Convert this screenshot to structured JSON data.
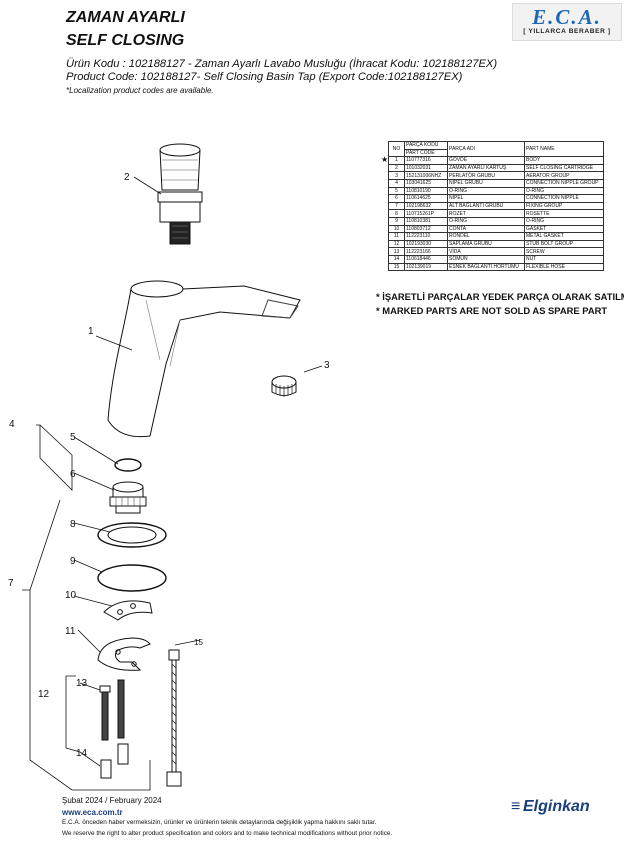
{
  "header": {
    "title_line1": "ZAMAN AYARLI",
    "title_line2": "SELF CLOSING",
    "code_tr": "Ürün Kodu : 102188127  - Zaman Ayarlı Lavabo Musluğu (İhracat Kodu: 102188127EX)",
    "code_en": "Product Code: 102188127- Self Closing Basin Tap (Export Code:102188127EX)",
    "localization_note": "*Localization product codes are available."
  },
  "logo": {
    "mark": "E.C.A.",
    "tagline": "[ YILLARCA BERABER ]"
  },
  "parts_table": {
    "header_no": "NO",
    "header_code_tr": "PARÇA KODU",
    "header_code_en": "PART CODE",
    "header_name_tr": "PARÇA ADI",
    "header_name_en": "PART NAME",
    "rows": [
      {
        "no": "1",
        "code": "110777316",
        "tr": "GÖVDE",
        "en": "BODY",
        "star": "★"
      },
      {
        "no": "2",
        "code": "101032031",
        "tr": "ZAMAN AYARLI KARTUŞ",
        "en": "SELF CLOSING CARTRIDGE",
        "star": ""
      },
      {
        "no": "3",
        "code": "152131006NHZ",
        "tr": "PERLATÖR GRUBU",
        "en": "AERATOR GROUP",
        "star": ""
      },
      {
        "no": "4",
        "code": "103041625",
        "tr": "NİPEL GRUBU",
        "en": "CONNECTION NIPPLE GROUP",
        "star": ""
      },
      {
        "no": "5",
        "code": "110810190",
        "tr": "O-RING",
        "en": "O-RING",
        "star": ""
      },
      {
        "no": "6",
        "code": "110614625",
        "tr": "NİPEL",
        "en": "CONNECTION NIPPLE",
        "star": ""
      },
      {
        "no": "7",
        "code": "102198632",
        "tr": "ALT BAĞLANTI GRUBU",
        "en": "FIXING GROUP",
        "star": ""
      },
      {
        "no": "8",
        "code": "110715261P",
        "tr": "ROZET",
        "en": "ROSETTE",
        "star": ""
      },
      {
        "no": "9",
        "code": "110810381",
        "tr": "O-RING",
        "en": "O-RING",
        "star": ""
      },
      {
        "no": "10",
        "code": "110803712",
        "tr": "CONTA",
        "en": "GASKET",
        "star": ""
      },
      {
        "no": "11",
        "code": "112223110",
        "tr": "RONDEL",
        "en": "METAL GASKET",
        "star": ""
      },
      {
        "no": "12",
        "code": "102193030",
        "tr": "SAPLAMA GRUBU",
        "en": "STUB BOLT GROUP",
        "star": ""
      },
      {
        "no": "13",
        "code": "112223166",
        "tr": "VİDA",
        "en": "SCREW",
        "star": ""
      },
      {
        "no": "14",
        "code": "110618446",
        "tr": "SOMUN",
        "en": "NUT",
        "star": ""
      },
      {
        "no": "15",
        "code": "102139019",
        "tr": "ESNEK BAĞLANTI HORTUMU",
        "en": "FLEXIBLE HOSE",
        "star": ""
      }
    ]
  },
  "warnings": {
    "tr": "* İŞARETLİ PARÇALAR YEDEK PARÇA OLARAK SATILMAZ",
    "en": "* MARKED PARTS ARE NOT SOLD AS SPARE PART"
  },
  "callouts": [
    "1",
    "2",
    "3",
    "4",
    "5",
    "6",
    "7",
    "8",
    "9",
    "10",
    "11",
    "12",
    "13",
    "14",
    "15"
  ],
  "footer": {
    "date": "Şubat 2024 / February 2024",
    "url": "www.eca.com.tr",
    "disclaimer_tr": "E.C.A. önceden haber vermeksizin, ürünler ve ürünlerin teknik detaylarında değişiklik yapma hakkını saklı tutar.",
    "disclaimer_en": "We reserve the right to alter product specification and colors and to make technical modifications without prior notice.",
    "brand": "Elginkan"
  }
}
